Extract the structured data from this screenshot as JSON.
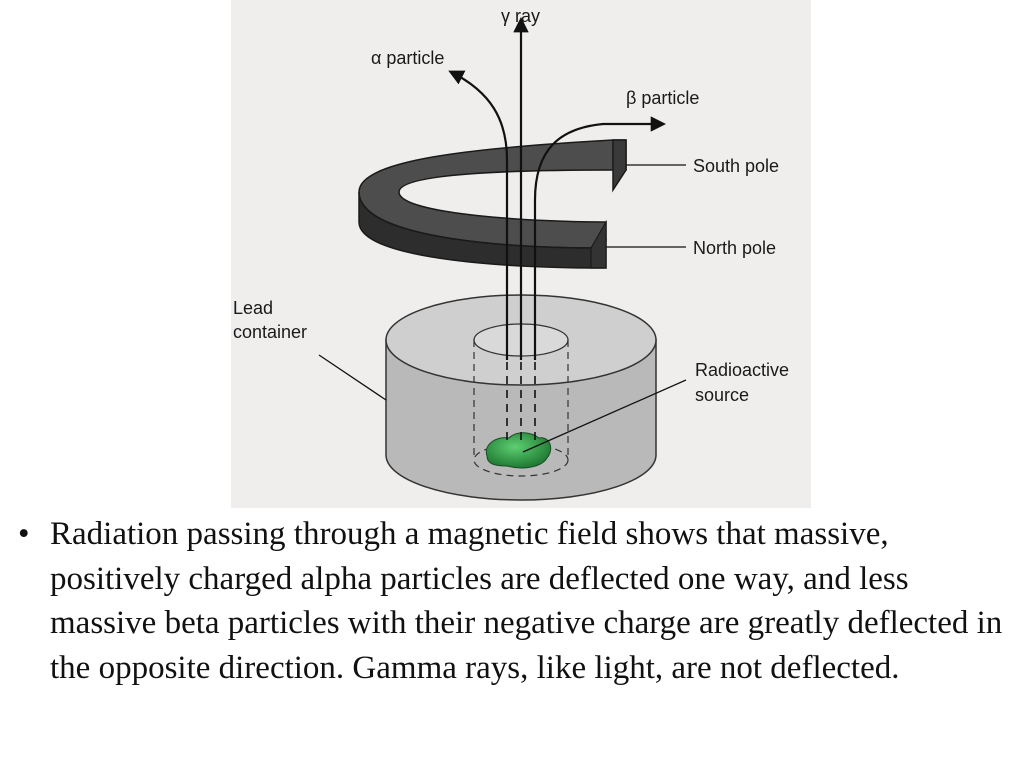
{
  "diagram": {
    "labels": {
      "gamma": "γ ray",
      "alpha": "α particle",
      "beta": "β particle",
      "south_pole": "South pole",
      "north_pole": "North pole",
      "lead_line1": "Lead",
      "lead_line2": "container",
      "source_line1": "Radioactive",
      "source_line2": "source"
    },
    "colors": {
      "background": "#efeeec",
      "magnet_top": "#4a4a4a",
      "magnet_side": "#2c2c2c",
      "container_top": "#cfcfcf",
      "container_side": "#b9b9b9",
      "source": "#2e9a45"
    }
  },
  "caption": {
    "bullet": "•",
    "text": "Radiation passing through a magnetic field shows that massive, positively charged alpha particles are deflected one way, and less massive beta particles with their negative charge are greatly deflected in the opposite direction. Gamma rays, like light, are not deflected."
  }
}
